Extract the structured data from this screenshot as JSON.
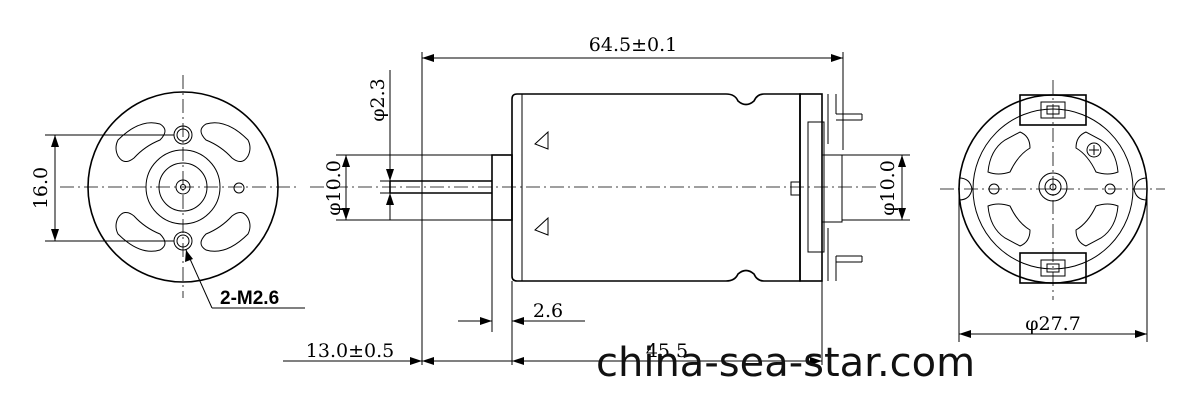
{
  "dimensions": {
    "overall_length": "64.5±0.1",
    "shaft_diameter": "φ2.3",
    "boss_diameter_left": "φ10.0",
    "boss_diameter_right": "φ10.0",
    "mounting_spacing": "16.0",
    "mount_screws": "2-M2.6",
    "boss_height": "2.6",
    "shaft_length": "13.0±0.5",
    "body_length": "45.5",
    "body_diameter": "φ27.7"
  },
  "watermark": "china-sea-star.com"
}
